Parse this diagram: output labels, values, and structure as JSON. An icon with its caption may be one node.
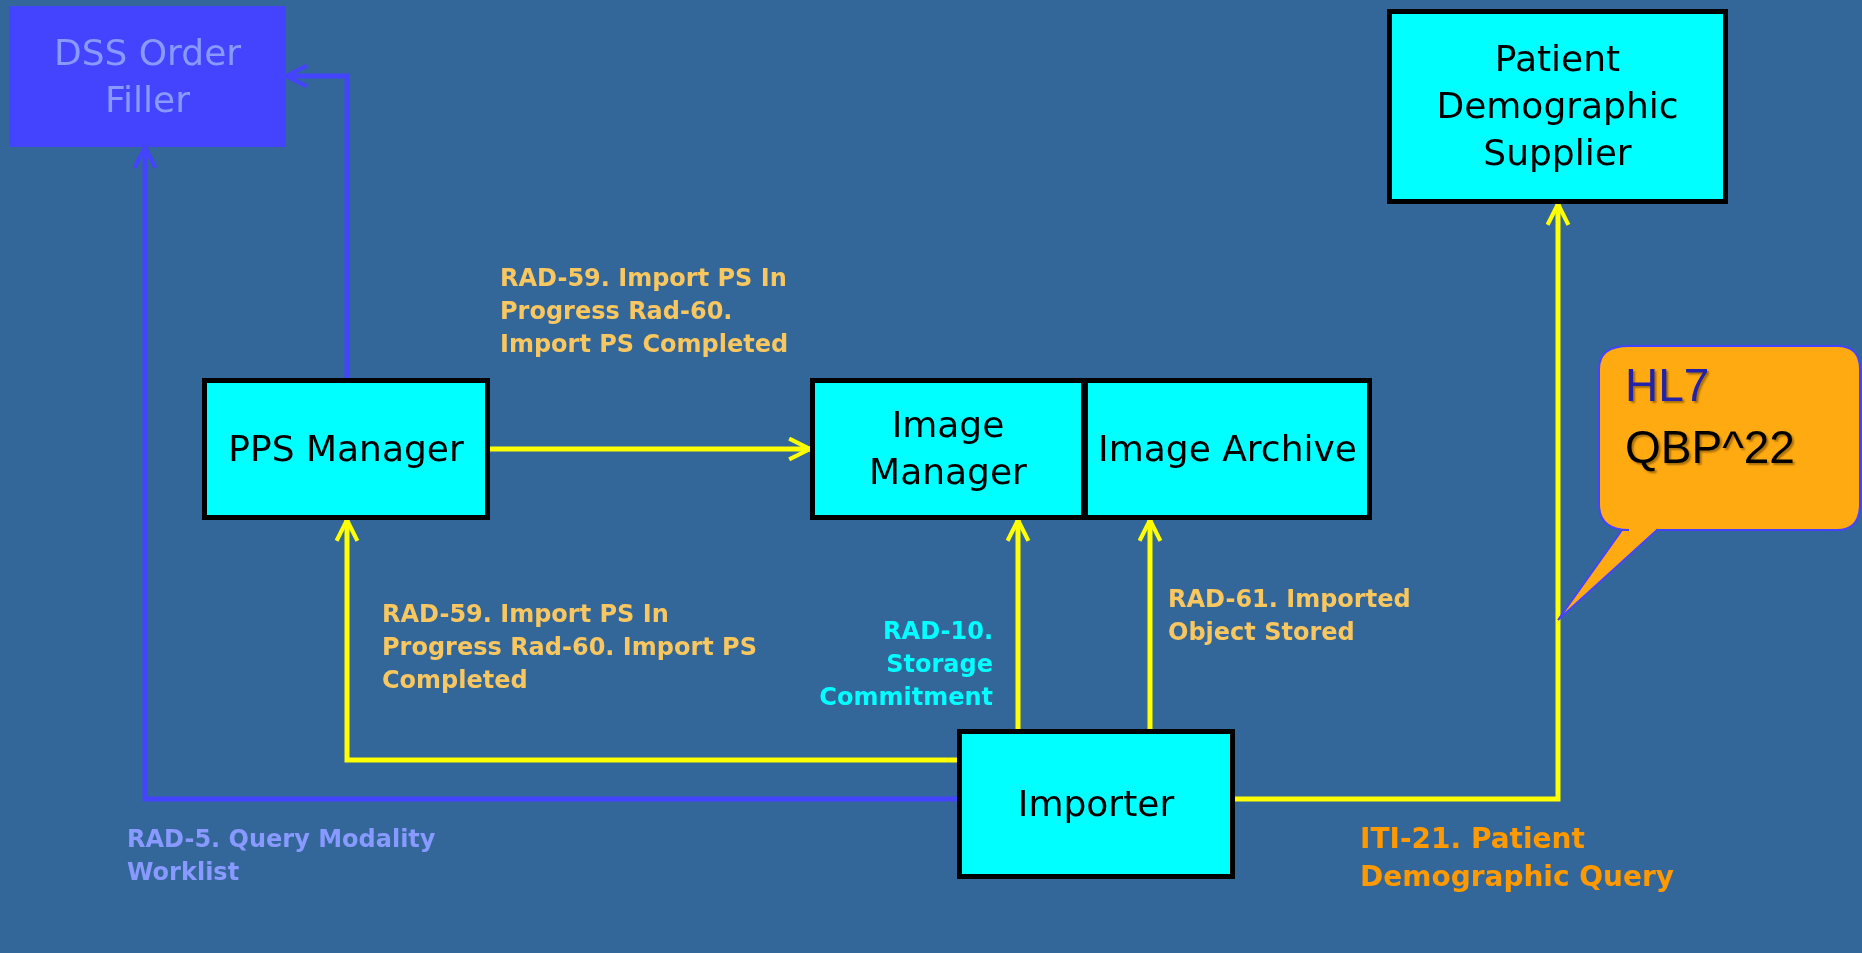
{
  "diagram": {
    "nodes": [
      {
        "text": [
          "DSS Order Filler"
        ]
      },
      {
        "text": [
          "Patient Demographic Supplier"
        ]
      },
      {
        "text": [
          "PPS Manager"
        ]
      },
      {
        "text": [
          "Image Manager"
        ]
      },
      {
        "text": [
          "Image Archive"
        ]
      },
      {
        "text": [
          "Importer"
        ]
      },
      {
        "text": [
          "HL7",
          "QBP^22"
        ]
      }
    ],
    "edges": [
      {
        "from": 2,
        "to": 0,
        "arrow": "to",
        "color": "#4444ff"
      },
      {
        "from": 5,
        "to": 0,
        "arrow": "to",
        "color": "#4444ff",
        "label": "RAD-5. Query Modality Worklist"
      },
      {
        "from": 2,
        "to": 3,
        "arrow": "to",
        "label": "RAD-59. Import PS In Progress Rad-60. Import PS Completed"
      },
      {
        "from": 5,
        "to": 2,
        "arrow": "to",
        "label": "RAD-59. Import PS In Progress Rad-60. Import PS Completed"
      },
      {
        "from": 5,
        "to": 3,
        "arrow": "to",
        "label": "RAD-10. Storage Commitment"
      },
      {
        "from": 5,
        "to": 4,
        "arrow": "to",
        "label": "RAD-61. Imported Object Stored"
      },
      {
        "from": 5,
        "to": 1,
        "arrow": "to",
        "label": "ITI-21. Patient Demographic Query"
      }
    ]
  }
}
